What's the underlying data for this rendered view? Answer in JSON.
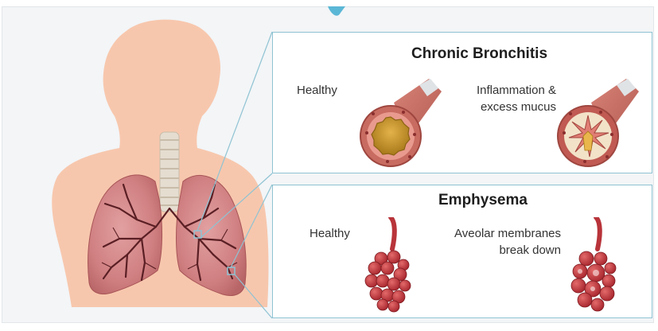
{
  "accent_color": "#5bb7d6",
  "bronchitis": {
    "title": "Chronic Bronchitis",
    "healthy_label": "Healthy",
    "diseased_label_line1": "Inflammation &",
    "diseased_label_line2": "excess mucus"
  },
  "emphysema": {
    "title": "Emphysema",
    "healthy_label": "Healthy",
    "diseased_label_line1": "Aveolar membranes",
    "diseased_label_line2": "break down"
  }
}
